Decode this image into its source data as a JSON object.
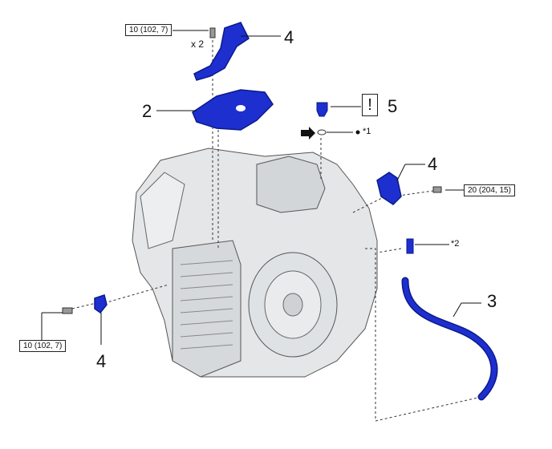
{
  "torque_specs": {
    "bolt_top": "10 (102, 7)",
    "bolt_right": "20 (204, 15)",
    "bolt_left": "10 (102, 7)"
  },
  "quantity_label": "x 2",
  "callouts": {
    "top_bracket": "4",
    "shift_bracket_plate": "2",
    "caution_part": "5",
    "right_sensor_bracket": "4",
    "harness_hose": "3",
    "left_sensor_bracket": "4"
  },
  "caution_symbol": "!",
  "notes": {
    "note1": "*1",
    "note2": "*2"
  },
  "icons": {
    "caution": "caution-icon",
    "arrow": "arrow-right-icon",
    "bullet": "bullet-icon"
  },
  "colors": {
    "part_blue": "#1e2fd0",
    "part_blue_dark": "#0b1a8a",
    "transmission_gray": "#d9dcdf",
    "line": "#333333"
  }
}
